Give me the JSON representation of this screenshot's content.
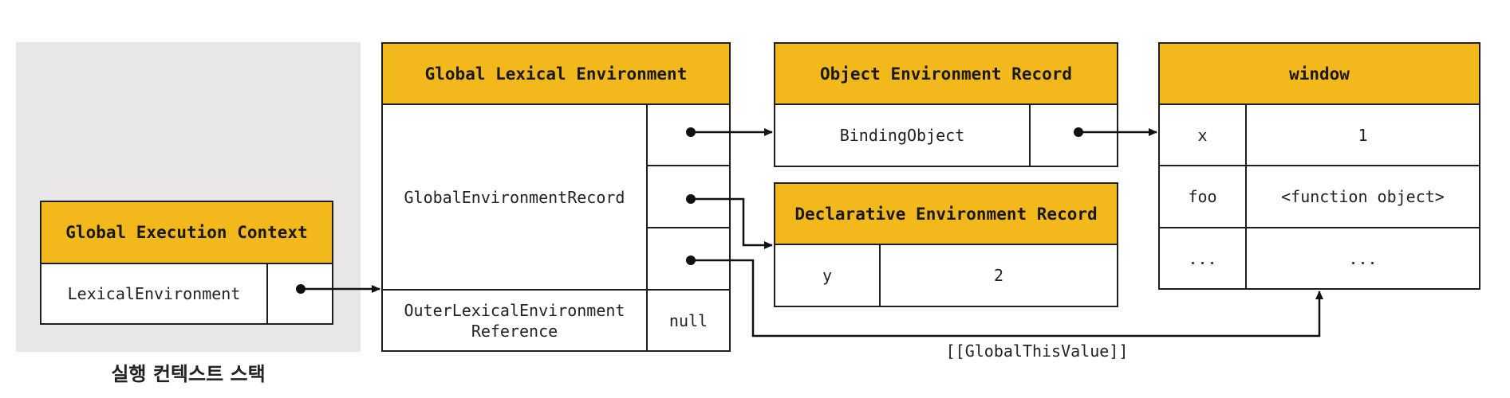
{
  "execution_context_stack": {
    "caption": "실행 컨텍스트 스택",
    "global_execution_context": {
      "title": "Global Execution Context",
      "lexical_environment_label": "LexicalEnvironment"
    }
  },
  "global_lexical_environment": {
    "title": "Global Lexical Environment",
    "record_label": "GlobalEnvironmentRecord",
    "outer_reference_label_line1": "OuterLexicalEnvironment",
    "outer_reference_label_line2": "Reference",
    "outer_reference_value": "null"
  },
  "object_environment_record": {
    "title": "Object Environment Record",
    "binding_object_label": "BindingObject"
  },
  "declarative_environment_record": {
    "title": "Declarative Environment Record",
    "rows": [
      {
        "key": "y",
        "value": "2"
      }
    ]
  },
  "window_object": {
    "title": "window",
    "rows": [
      {
        "key": "x",
        "value": "1"
      },
      {
        "key": "foo",
        "value": "<function object>"
      },
      {
        "key": "...",
        "value": "..."
      }
    ]
  },
  "arrows": {
    "global_this_value_label": "[[GlobalThisValue]]"
  },
  "colors": {
    "header": "#f2b81c",
    "stack_background": "#e8e6e7",
    "border": "#1e1e1e"
  }
}
